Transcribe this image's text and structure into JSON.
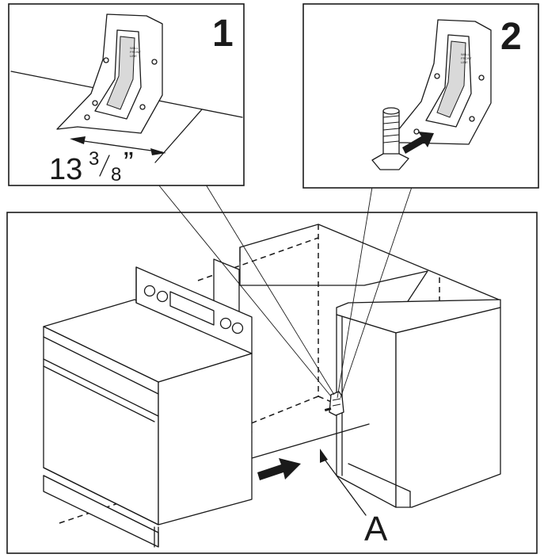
{
  "panel1": {
    "step_number": "1",
    "measurement_whole": "13",
    "measurement_num": "3",
    "measurement_den": "8",
    "measurement_unit": "”"
  },
  "panel2": {
    "step_number": "2"
  },
  "main": {
    "callout_label": "A"
  }
}
